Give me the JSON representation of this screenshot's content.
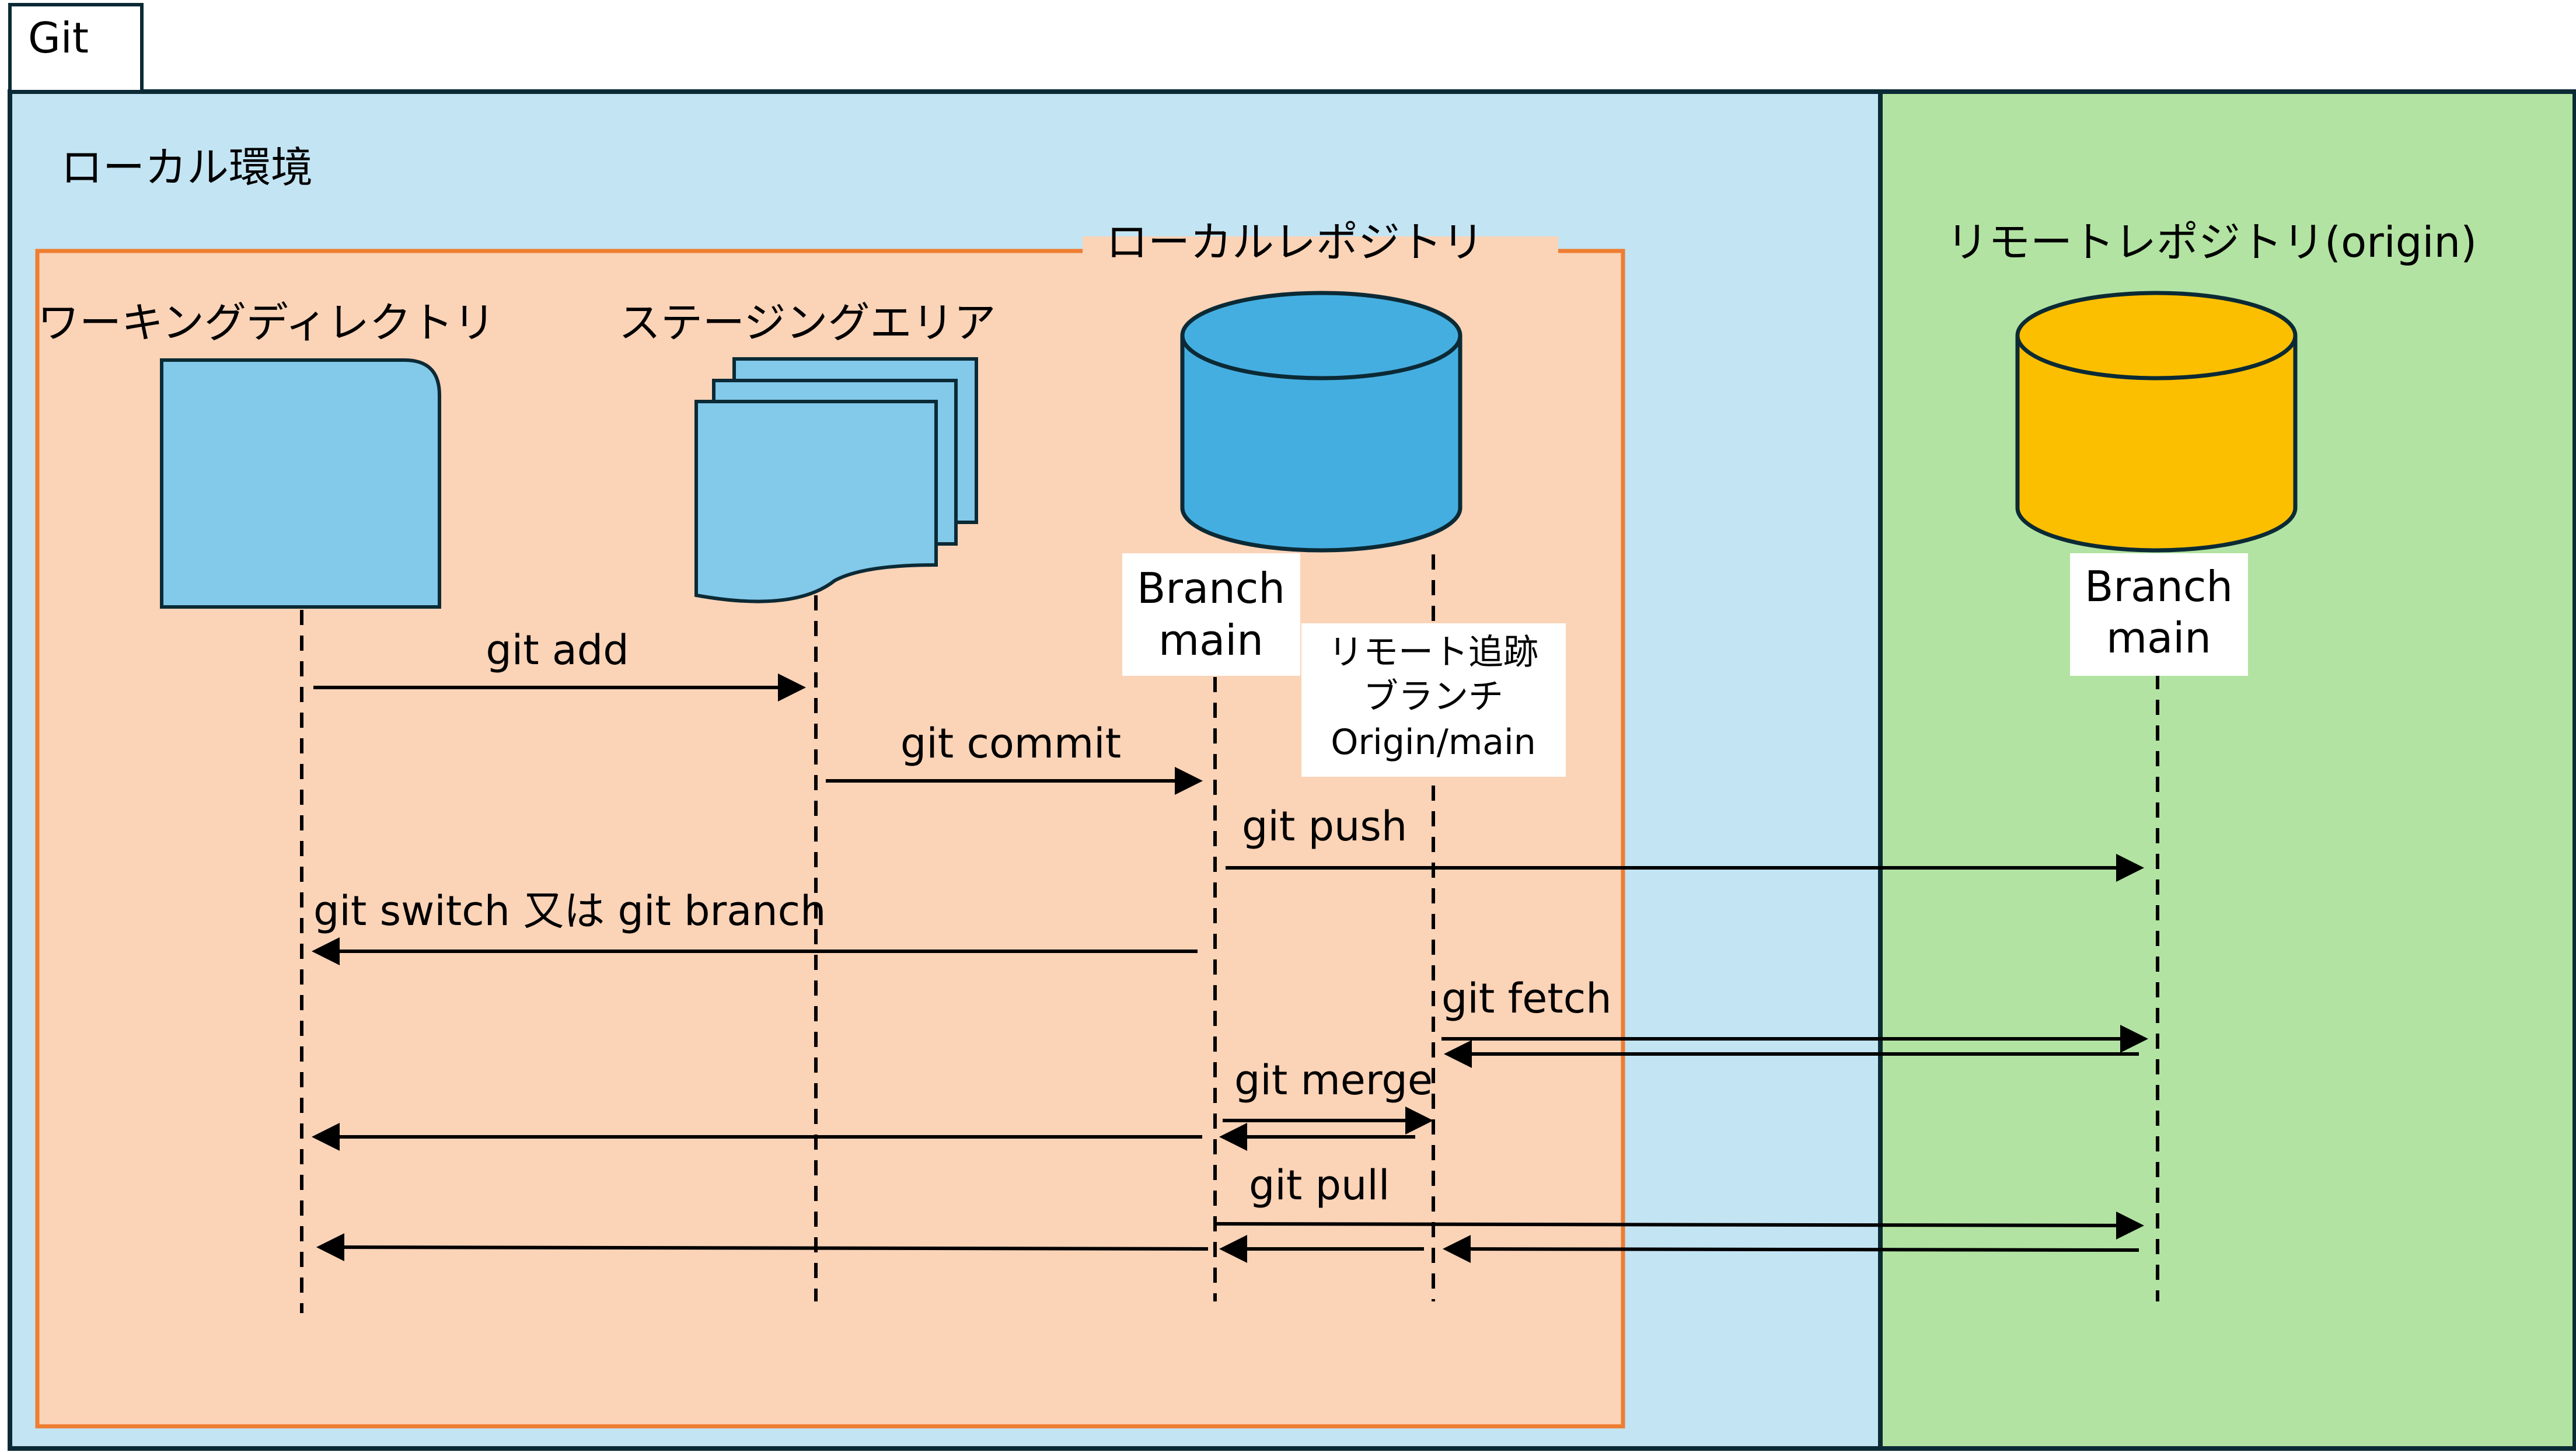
{
  "colors": {
    "local_env_bg": "#c3e4f3",
    "local_repo_bg": "#fbd3b7",
    "local_repo_border": "#ee7d31",
    "remote_bg": "#b2e3a2",
    "working_dir_fill": "#82c9ea",
    "staging_fill": "#82c9ea",
    "local_db_fill": "#45aee0",
    "remote_db_fill": "#fcbf00",
    "outline": "#0b2a35"
  },
  "tab": {
    "label": "Git"
  },
  "local_env": {
    "title": "ローカル環境"
  },
  "local_repo": {
    "title": "ローカルレポジトリ"
  },
  "remote_repo": {
    "title": "リモートレポジトリ(origin)"
  },
  "columns": {
    "working_dir": {
      "label": "ワーキングディレクトリ",
      "icon": "document-icon"
    },
    "staging": {
      "label": "ステージングエリア",
      "icon": "multi-document-icon"
    },
    "local_branch": {
      "line1": "Branch",
      "line2": "main",
      "icon": "database-icon"
    },
    "tracking_branch": {
      "line1": "リモート追跡",
      "line2": "ブランチ",
      "line3": "Origin/main"
    },
    "remote_branch": {
      "line1": "Branch",
      "line2": "main",
      "icon": "database-icon"
    }
  },
  "commands": {
    "add": "git add",
    "commit": "git commit",
    "push": "git push",
    "switch": "git switch 又は git branch",
    "fetch": "git fetch",
    "merge": "git merge",
    "pull": "git pull"
  }
}
